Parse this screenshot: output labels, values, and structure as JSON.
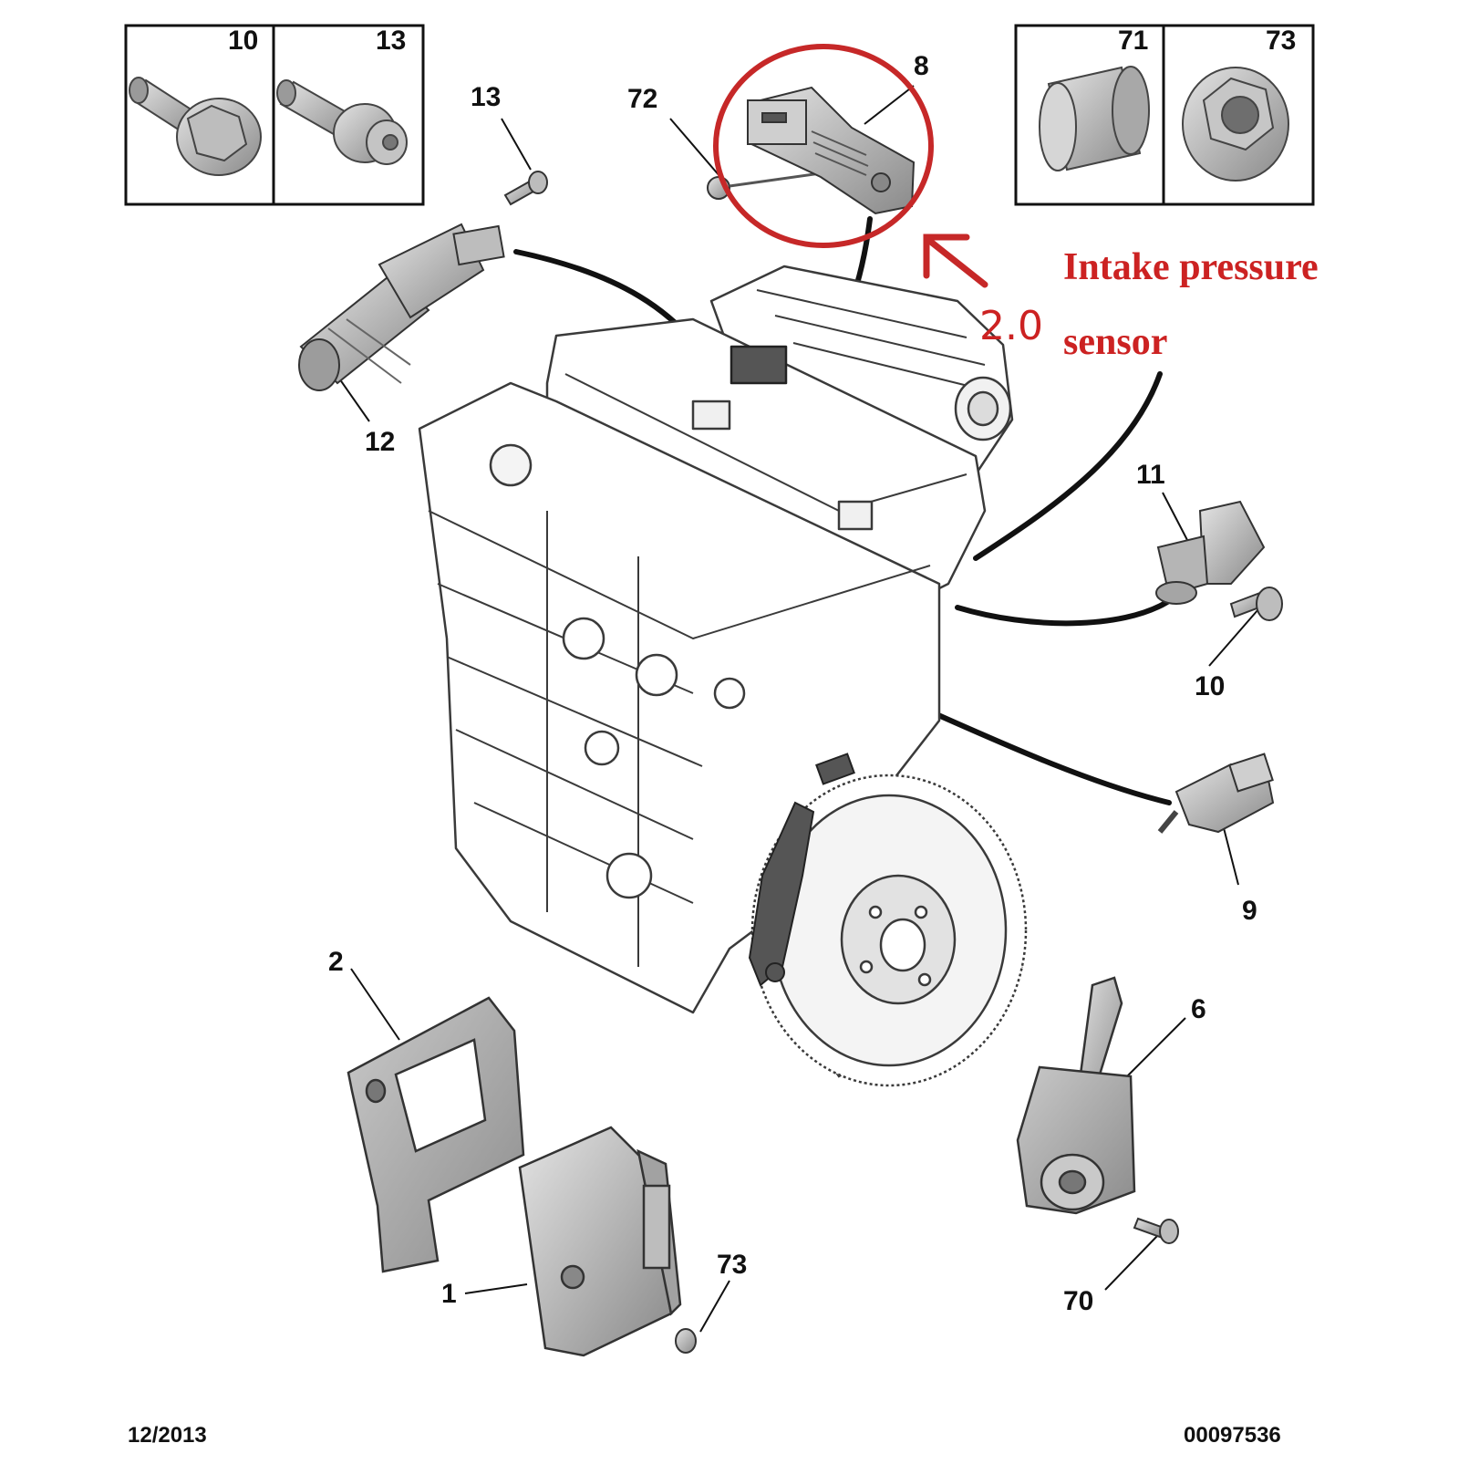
{
  "inset_left": {
    "left_label": "10",
    "right_label": "13"
  },
  "inset_right": {
    "left_label": "71",
    "right_label": "73"
  },
  "callouts": {
    "c13": "13",
    "c72": "72",
    "c8": "8",
    "c12": "12",
    "c11": "11",
    "c10": "10",
    "c9": "9",
    "c2": "2",
    "c6": "6",
    "c1": "1",
    "c73": "73",
    "c70": "70"
  },
  "annotation": {
    "line1": "Intake pressure",
    "line2": "sensor",
    "number": "2.0",
    "color": "#cc2222"
  },
  "footer": {
    "date": "12/2013",
    "ref": "00097536"
  }
}
